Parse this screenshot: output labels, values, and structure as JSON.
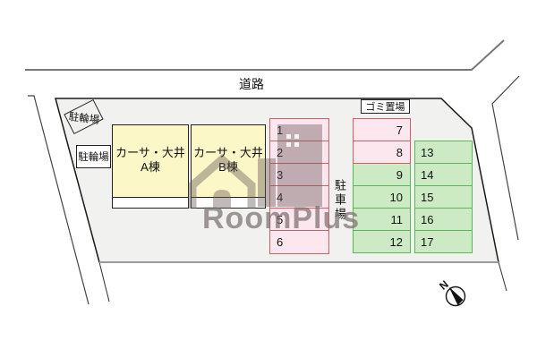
{
  "site_plan": {
    "road_label": "道路",
    "bike_parking_rotated_label": "駐輪場",
    "bike_parking_label": "駐輪場",
    "garbage_area_label": "ゴミ置場",
    "parking_area_label": "駐車場",
    "buildings": [
      {
        "name": "カーサ・大井",
        "unit": "A棟"
      },
      {
        "name": "カーサ・大井",
        "unit": "B棟"
      }
    ],
    "parking_stalls": {
      "left_column": [
        {
          "label": "1",
          "color": "pink"
        },
        {
          "label": "2",
          "color": "pink"
        },
        {
          "label": "3",
          "color": "pink"
        },
        {
          "label": "4",
          "color": "pink"
        },
        {
          "label": "5",
          "color": "pink"
        },
        {
          "label": "6",
          "color": "pink"
        }
      ],
      "middle_column": [
        {
          "label": "7",
          "color": "pink"
        },
        {
          "label": "8",
          "color": "pink"
        },
        {
          "label": "9",
          "color": "green"
        },
        {
          "label": "10",
          "color": "green"
        },
        {
          "label": "11",
          "color": "green"
        },
        {
          "label": "12",
          "color": "green"
        }
      ],
      "right_column": [
        {
          "label": "13",
          "color": "green"
        },
        {
          "label": "14",
          "color": "green"
        },
        {
          "label": "15",
          "color": "green"
        },
        {
          "label": "16",
          "color": "green"
        },
        {
          "label": "17",
          "color": "green"
        }
      ]
    },
    "compass": {
      "north_label": "N"
    },
    "watermark": {
      "text": "RoomPlus"
    },
    "colors": {
      "plot_fill": "#f1f1ef",
      "building_fill": "#fbf7c6",
      "stall_pink_fill": "#fde7ee",
      "stall_pink_border": "#cf5f66",
      "stall_green_fill": "#cceac3",
      "stall_green_border": "#5db55a",
      "watermark_grey": "#7d7070"
    }
  }
}
